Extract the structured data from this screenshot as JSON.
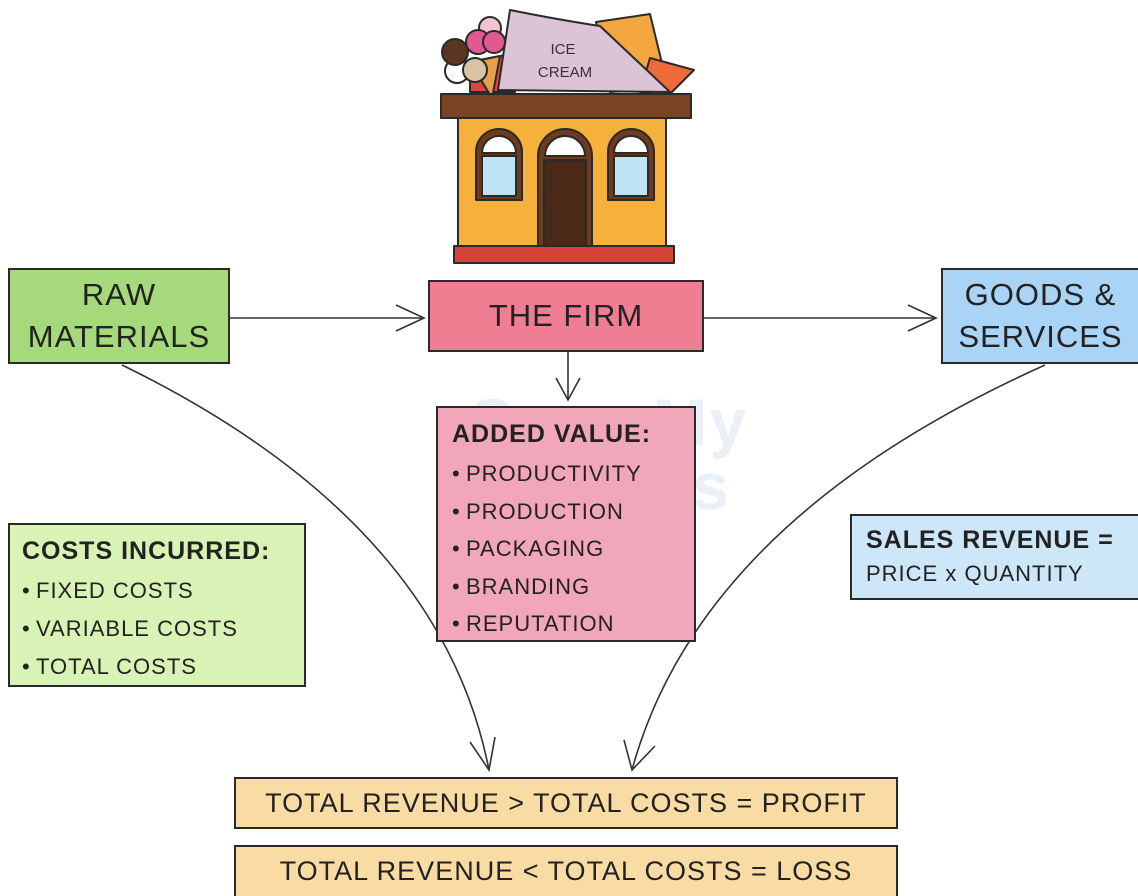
{
  "shop": {
    "sign_line1": "ICE",
    "sign_line2": "CREAM"
  },
  "nodes": {
    "raw_materials": {
      "line1": "RAW",
      "line2": "MATERIALS"
    },
    "firm": {
      "label": "THE FIRM"
    },
    "goods_services": {
      "line1": "GOODS &",
      "line2": "SERVICES"
    }
  },
  "added_value": {
    "heading": "ADDED VALUE:",
    "items": [
      "PRODUCTIVITY",
      "PRODUCTION",
      "PACKAGING",
      "BRANDING",
      "REPUTATION"
    ]
  },
  "costs_incurred": {
    "heading": "COSTS INCURRED:",
    "items": [
      "FIXED COSTS",
      "VARIABLE COSTS",
      "TOTAL COSTS"
    ]
  },
  "sales_revenue": {
    "heading": "SALES REVENUE =",
    "formula": "PRICE x QUANTITY"
  },
  "outcomes": {
    "profit": "TOTAL REVENUE > TOTAL COSTS = PROFIT",
    "loss": "TOTAL REVENUE < TOTAL COSTS = LOSS"
  },
  "watermark": {
    "line1": "Save My",
    "line2": "Exams"
  },
  "colors": {
    "raw_materials": "#a6d97c",
    "firm": "#ef7e92",
    "goods_services": "#a9d4f5",
    "added_value": "#f2a6b9",
    "costs_incurred": "#d9f2b5",
    "sales_revenue": "#cde7f9",
    "outcome": "#f8dca3"
  }
}
